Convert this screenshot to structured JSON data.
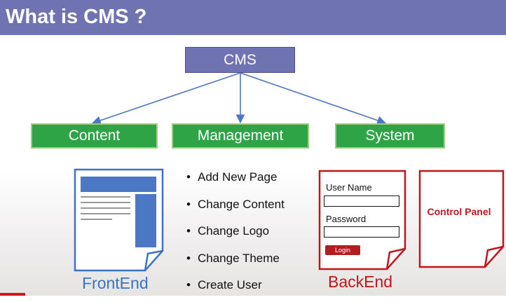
{
  "title": "What is CMS ?",
  "diagram": {
    "root": "CMS",
    "children": [
      "Content",
      "Management",
      "System"
    ]
  },
  "features": [
    "Add New Page",
    "Change Content",
    "Change Logo",
    "Change Theme",
    "Create User"
  ],
  "frontend": {
    "caption": "FrontEnd"
  },
  "backend": {
    "caption": "BackEnd",
    "username_label": "User Name",
    "password_label": "Password",
    "login_label": "Login"
  },
  "control_panel": {
    "label": "Control Panel"
  },
  "colors": {
    "title_bar": "#6f73b1",
    "green_box": "#2fa447",
    "blue_doc": "#3b74c4",
    "red_doc": "#c0161b"
  }
}
